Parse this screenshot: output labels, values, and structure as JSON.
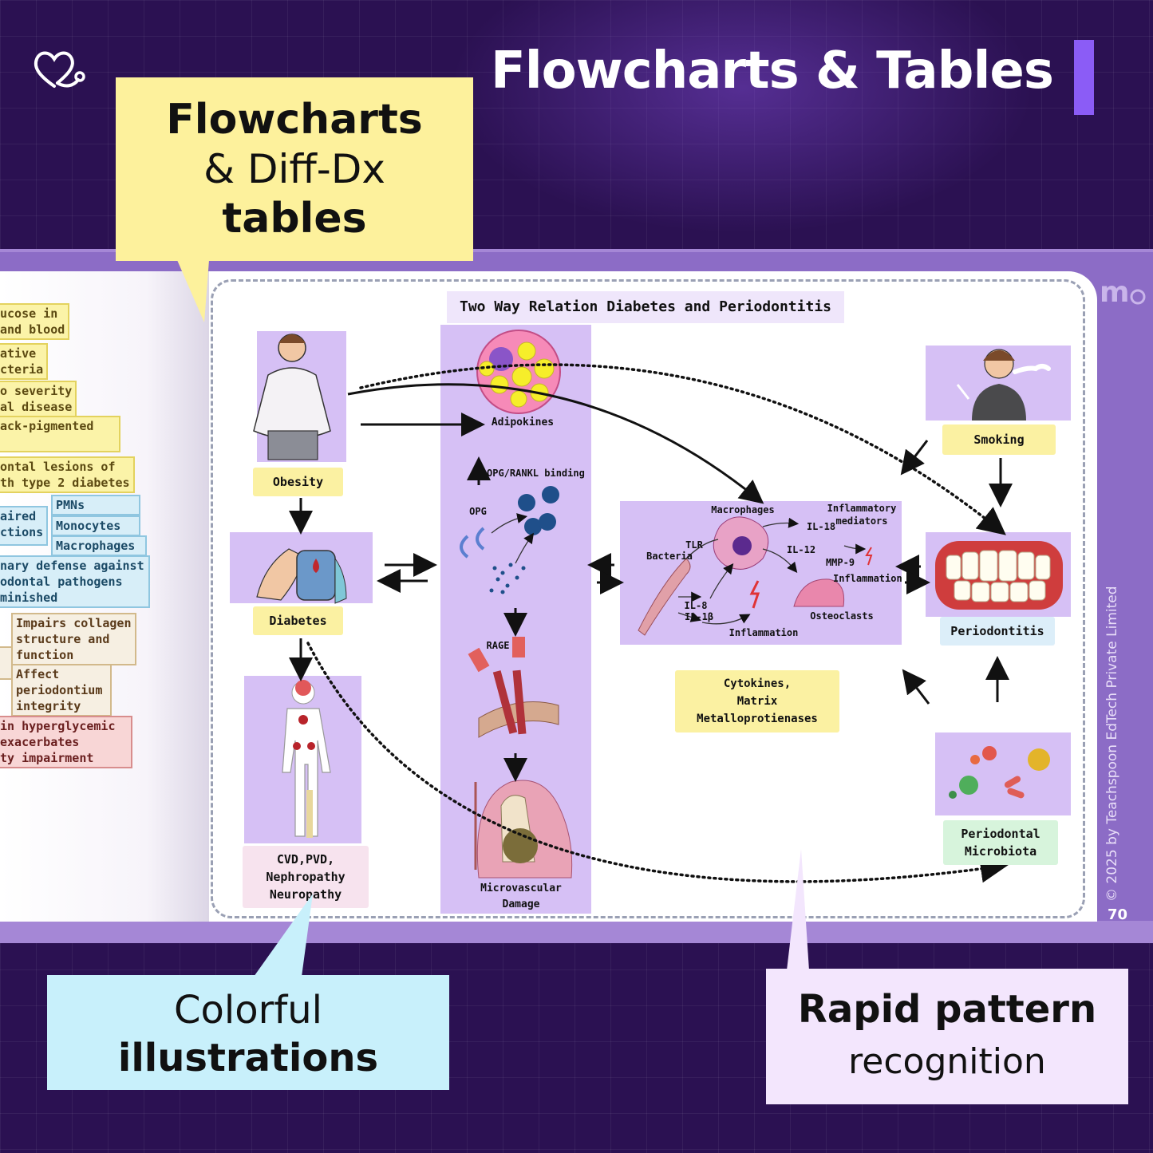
{
  "header": {
    "title": "Flowcharts & Tables",
    "accent_color": "#8b5cf6",
    "logo_icon": "heart-stethoscope-icon"
  },
  "callouts": {
    "top_left": {
      "line1": "Flowcharts",
      "line2": "& Diff-Dx",
      "line3": "tables",
      "bg": "#fdf19c"
    },
    "bottom_left": {
      "line1": "Colorful",
      "line2": "illustrations",
      "bg": "#c8f0fb"
    },
    "bottom_right": {
      "line1": "Rapid pattern",
      "line2": "recognition",
      "bg": "#f3e6fd"
    }
  },
  "left_page": {
    "items": [
      "ucose in",
      "and blood",
      "ative",
      "cteria",
      "o severity",
      "al disease",
      "ack-pigmented",
      "ontal lesions of",
      "th type 2 diabetes",
      "aired",
      "ctions",
      "PMNs",
      "Monocytes",
      "Macrophages",
      "nary defense against",
      "odontal pathogens",
      "minished",
      "Impairs collagen",
      "structure and",
      "function",
      "Affect",
      "periodontium",
      "integrity",
      "in hyperglycemic",
      "exacerbates",
      "ty impairment"
    ]
  },
  "diagram": {
    "title": "Two Way Relation Diabetes and Periodontitis",
    "labels": {
      "obesity": "Obesity",
      "diabetes": "Diabetes",
      "cvd_l1": "CVD,PVD,",
      "cvd_l2": "Nephropathy",
      "cvd_l3": "Neuropathy",
      "adipokines": "Adipokines",
      "opg_rankl": "OPG/RANKL binding",
      "opg": "OPG",
      "rage": "RAGE",
      "microvascular_l1": "Microvascular",
      "microvascular_l2": "Damage",
      "macrophages": "Macrophages",
      "inflammatory_mediators_l1": "Inflammatory",
      "inflammatory_mediators_l2": "mediators",
      "il18": "IL-18",
      "il12": "IL-12",
      "tlr": "TLR",
      "bacteria": "Bacteria",
      "mmp9": "MMP-9",
      "inflammation_1": "Inflammation",
      "il8": "IL-8",
      "il1b": "IL-1β",
      "osteoclasts": "Osteoclasts",
      "inflammation_2": "Inflammation",
      "cytokines_l1": "Cytokines,",
      "cytokines_l2": "Matrix",
      "cytokines_l3": "Metalloprotienases",
      "smoking": "Smoking",
      "periodontitis": "Periodontitis",
      "microbiota_l1": "Periodontal",
      "microbiota_l2": "Microbiota"
    }
  },
  "footer": {
    "copyright": "© 2025 by Teachspoon EdTech Private Limited",
    "page_number": "70"
  }
}
